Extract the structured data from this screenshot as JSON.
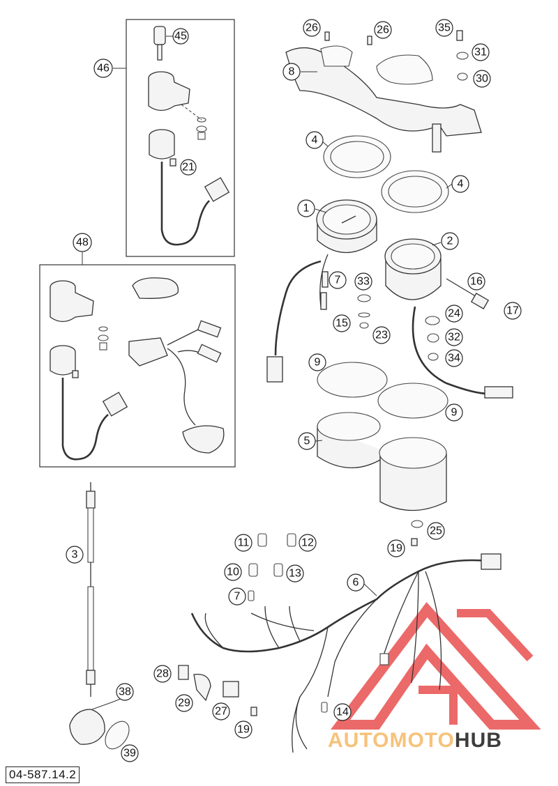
{
  "reference_code": "04-587.14.2",
  "watermark": {
    "part1": "AUTOMOTO",
    "part2": "HUB",
    "color_main": "#f7c27a",
    "color_accent": "#e94f4f"
  },
  "callouts": {
    "c1": "1",
    "c2": "2",
    "c3": "3",
    "c4a": "4",
    "c4b": "4",
    "c5": "5",
    "c6": "6",
    "c7a": "7",
    "c7b": "7",
    "c8": "8",
    "c9a": "9",
    "c9b": "9",
    "c10": "10",
    "c11": "11",
    "c12": "12",
    "c13": "13",
    "c14": "14",
    "c15": "15",
    "c16": "16",
    "c17": "17",
    "c19a": "19",
    "c19b": "19",
    "c21": "21",
    "c23": "23",
    "c24": "24",
    "c25": "25",
    "c26a": "26",
    "c26b": "26",
    "c27": "27",
    "c28": "28",
    "c29": "29",
    "c30": "30",
    "c31": "31",
    "c32": "32",
    "c33": "33",
    "c34": "34",
    "c35": "35",
    "c38": "38",
    "c39": "39",
    "c45": "45",
    "c46": "46",
    "c48": "48"
  }
}
